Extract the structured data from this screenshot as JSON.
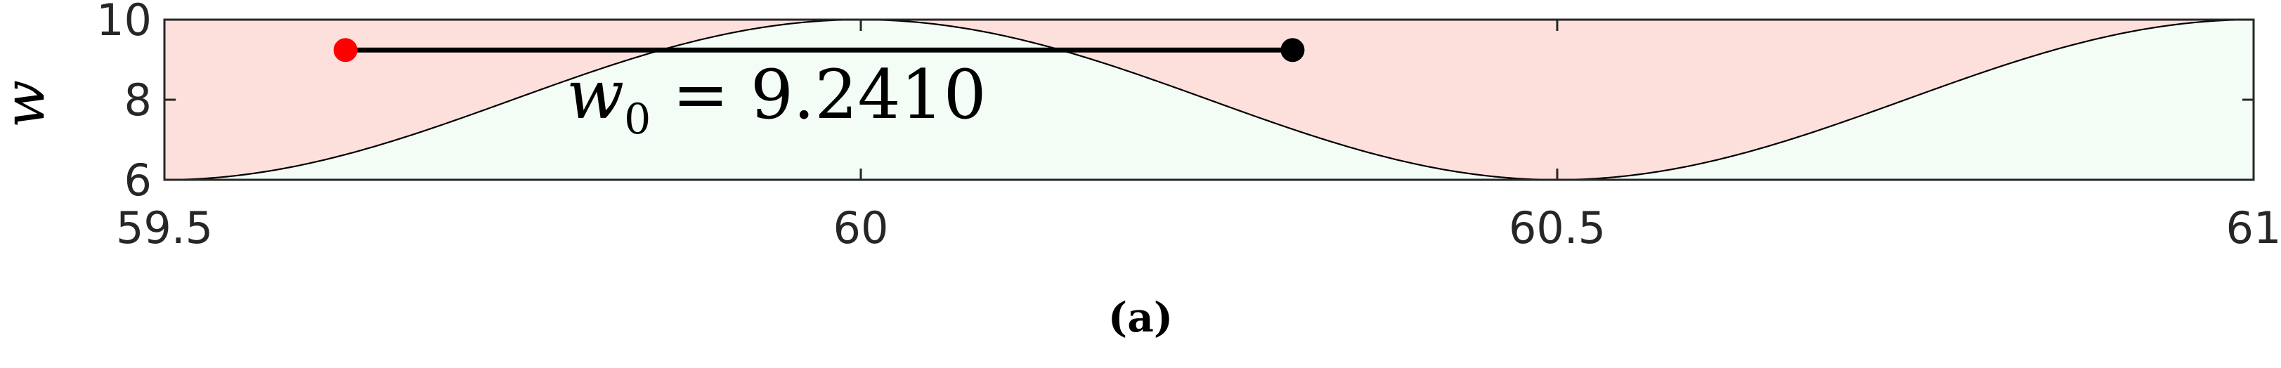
{
  "chart_data": {
    "type": "area",
    "xlabel": "",
    "ylabel": "w",
    "xlim": [
      59.5,
      61
    ],
    "ylim": [
      6,
      10
    ],
    "xticks": [
      "59.5",
      "60",
      "60.5",
      "61"
    ],
    "yticks": [
      "6",
      "8",
      "10"
    ],
    "grid": false,
    "curve": {
      "formula": "w = 8 + 2*cos(2*pi*x)",
      "x": [
        59.5,
        59.625,
        59.75,
        59.875,
        60.0,
        60.125,
        60.25,
        60.375,
        60.5,
        60.625,
        60.75,
        60.875,
        61.0
      ],
      "y": [
        6.0,
        6.586,
        8.0,
        9.414,
        10.0,
        9.414,
        8.0,
        6.586,
        6.0,
        6.586,
        8.0,
        9.414,
        10.0
      ]
    },
    "regions": {
      "above_color": "#fde0dc",
      "below_color": "#f3fdf6"
    },
    "segment": {
      "x": [
        59.63,
        60.31
      ],
      "y": 9.241,
      "color": "#000000"
    },
    "points": [
      {
        "x": 59.63,
        "y": 9.241,
        "color": "#ff0000"
      },
      {
        "x": 60.31,
        "y": 9.241,
        "color": "#000000"
      }
    ],
    "annotation": {
      "var": "w",
      "sub": "0",
      "text": " = 9.2410"
    }
  },
  "caption": "(a)"
}
